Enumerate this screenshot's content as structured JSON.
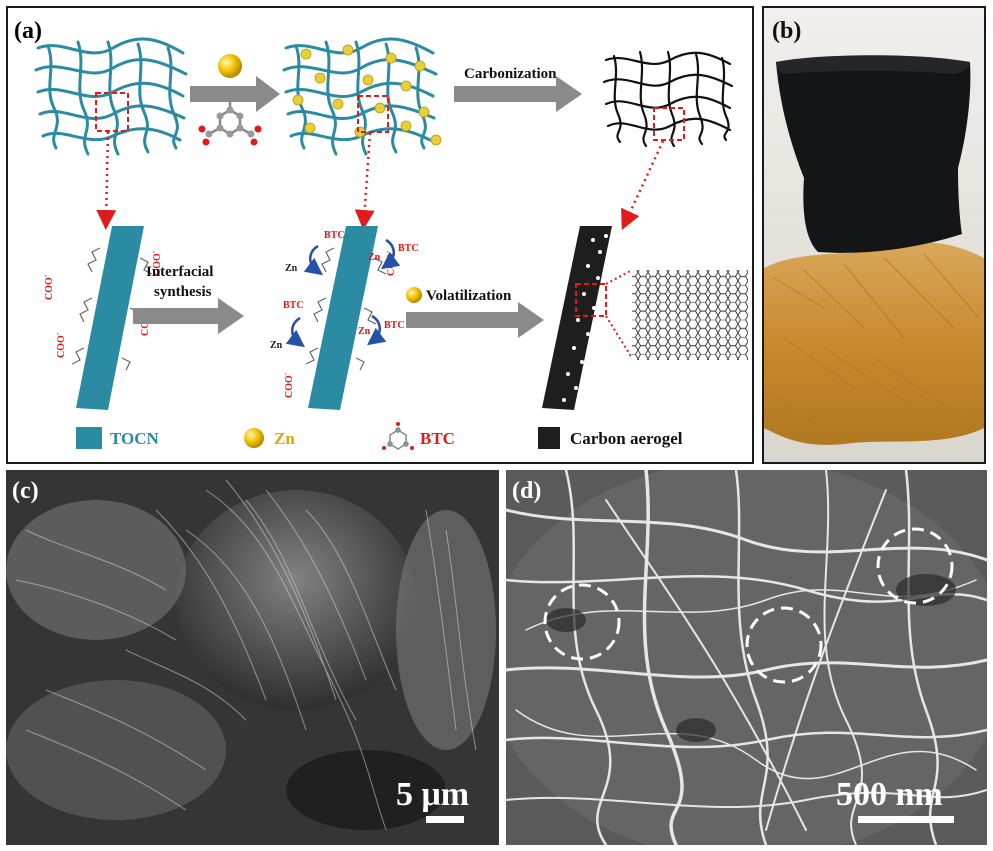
{
  "panels": {
    "a": {
      "label": "(a)",
      "steps": {
        "carbonization": "Carbonization",
        "interfacial_line1": "Interfacial",
        "interfacial_line2": "synthesis",
        "volatilization": "Volatilization"
      },
      "chem_labels": {
        "coo": "COO",
        "coo_minus": "-",
        "btc": "BTC",
        "zn": "Zn"
      },
      "legend": [
        {
          "key": "tocn",
          "label": "TOCN",
          "color": "#2a8ba3"
        },
        {
          "key": "zn",
          "label": "Zn",
          "color": "#e0a800"
        },
        {
          "key": "btc",
          "label": "BTC",
          "color": "#e01b1b"
        },
        {
          "key": "carbon",
          "label": "Carbon aerogel",
          "color": "#111111"
        }
      ]
    },
    "b": {
      "label": "(b)"
    },
    "c": {
      "label": "(c)",
      "scale_bar": "5 μm"
    },
    "d": {
      "label": "(d)",
      "scale_bar": "500 nm"
    }
  },
  "colors": {
    "tocn": "#2a8ba3",
    "zn_sphere": "#f2c200",
    "arrow_gray": "#8a8a8a",
    "dotted_red": "#e01b1b",
    "carbon": "#1e1e1e",
    "bent_arrow_blue": "#2552a8"
  },
  "icons": [
    "zn-sphere-icon",
    "btc-molecule-icon",
    "graphene-lattice-icon"
  ]
}
